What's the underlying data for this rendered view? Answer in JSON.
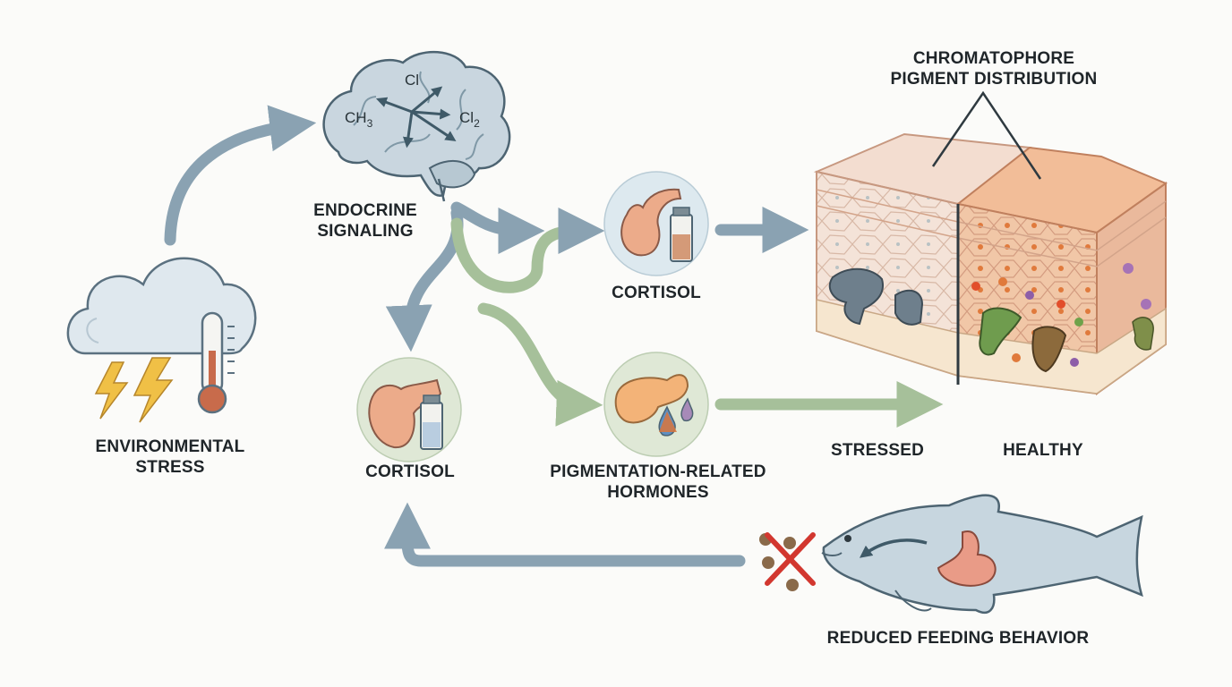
{
  "labels": {
    "environmental_stress": [
      "ENVIRONMENTAL",
      "STRESS"
    ],
    "endocrine_signaling": [
      "ENDOCRINE",
      "SIGNALING"
    ],
    "cortisol_top": "CORTISOL",
    "cortisol_left": "CORTISOL",
    "pigment_hormones": [
      "PIGMENTATION-RELATED",
      "HORMONES"
    ],
    "chromatophore": [
      "CHROMATOPHORE",
      "PIGMENT DISTRIBUTION"
    ],
    "stressed": "STRESSED",
    "healthy": "HEALTHY",
    "reduced_feeding": "REDUCED FEEDING BEHAVIOR"
  },
  "brain_formulas": {
    "cl": "Cl",
    "ch3": "CH",
    "ch3_sub": "3",
    "cl2": "Cl",
    "cl2_sub": "2"
  },
  "colors": {
    "arrow_blue": "#8aa2b2",
    "arrow_green": "#a6c09a",
    "circle_blue": "#dde9ef",
    "circle_green": "#dfe8d6",
    "skin_healthy": "#f2bd98",
    "skin_stressed": "#f3ddd0",
    "cross_red": "#d2372f"
  }
}
